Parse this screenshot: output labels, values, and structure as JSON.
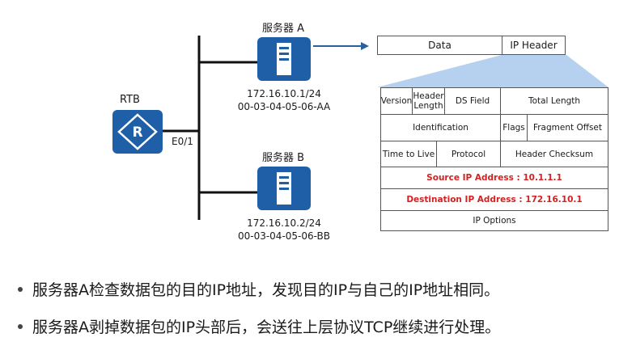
{
  "router": {
    "name": "RTB",
    "interface": "E0/1"
  },
  "server_a": {
    "title": "服务器 A",
    "ip": "172.16.10.1/24",
    "mac": "00-03-04-05-06-AA"
  },
  "server_b": {
    "title": "服务器 B",
    "ip": "172.16.10.2/24",
    "mac": "00-03-04-05-06-BB"
  },
  "packet": {
    "data_label": "Data",
    "header_label": "IP Header"
  },
  "ip_header": {
    "version": "Version",
    "header_length": "Header Length",
    "ds_field": "DS Field",
    "total_length": "Total Length",
    "identification": "Identification",
    "flags": "Flags",
    "fragment_offset": "Fragment Offset",
    "ttl": "Time to Live",
    "protocol": "Protocol",
    "checksum": "Header Checksum",
    "source": "Source IP Address : 10.1.1.1",
    "destination": "Destination IP Address : 172.16.10.1",
    "options": "IP Options"
  },
  "bullets": [
    "服务器A检查数据包的目的IP地址，发现目的IP与自己的IP地址相同。",
    "服务器A剥掉数据包的IP头部后，会送往上层协议TCP继续进行处理。"
  ],
  "colors": {
    "icon_blue": "#1f5fa8",
    "highlight_red": "#d42020",
    "arrow_blue": "#2a5fa0",
    "fan_blue": "#a9c8ec"
  }
}
